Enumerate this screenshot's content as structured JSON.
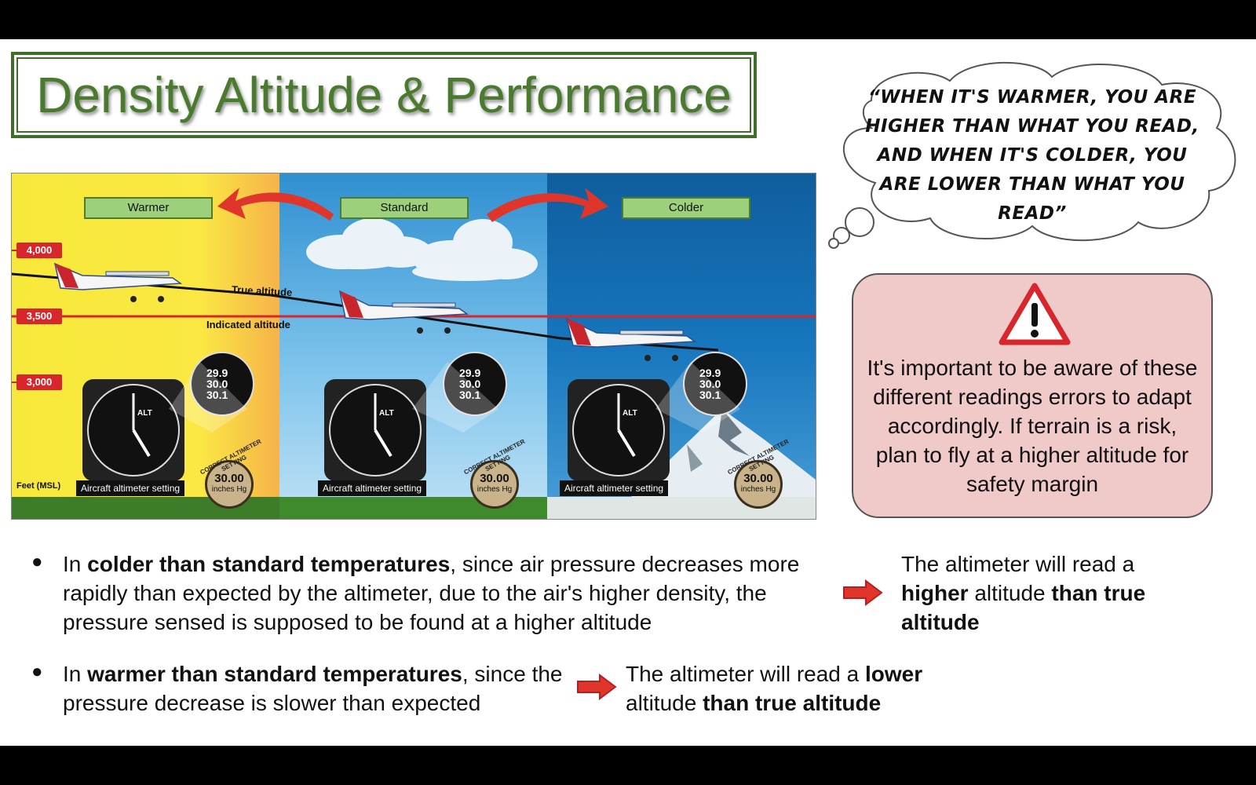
{
  "title": "Density Altitude & Performance",
  "diagram": {
    "labels": {
      "warmer": "Warmer",
      "standard": "Standard",
      "colder": "Colder"
    },
    "altitudes": [
      "4,000",
      "3,500",
      "3,000"
    ],
    "true_altitude": "True altitude",
    "indicated_altitude": "Indicated altitude",
    "feet_msl": "Feet (MSL)",
    "setting_label": "Aircraft altimeter setting",
    "inhg_value": "30.00",
    "inhg_unit": "inches Hg",
    "correct_setting": "CORRECT ALTIMETER SETTING",
    "kollsman": [
      "29.9",
      "30.0",
      "30.1"
    ],
    "alt_text": "ALT"
  },
  "thought": {
    "text": "“WHEN IT'S WARMER, YOU ARE HIGHER THAN WHAT YOU READ, AND WHEN IT'S COLDER, YOU ARE LOWER THAN WHAT YOU READ”"
  },
  "warning": {
    "text": "It's important to be aware of these different readings errors to adapt accordingly. If terrain is a risk, plan to fly at a higher altitude for safety margin"
  },
  "bullets": [
    {
      "pre": "In ",
      "bold": "colder than standard temperatures",
      "post": ", since air pressure decreases more rapidly than expected by the altimeter, due to the air's higher density, the pressure sensed is supposed to be found at a higher altitude",
      "result_pre": "The altimeter will read a ",
      "result_bold1": "higher",
      "result_mid": " altitude ",
      "result_bold2": "than true altitude"
    },
    {
      "pre": "In ",
      "bold": "warmer than standard temperatures",
      "post": ", since the pressure decrease is slower than expected",
      "result_pre": "The altimeter will read a ",
      "result_bold1": "lower",
      "result_mid": " altitude ",
      "result_bold2": "than true altitude"
    }
  ],
  "colors": {
    "title_green": "#4a7a2e",
    "alert_red": "#d7262c",
    "warning_bg": "#f0c9c9"
  }
}
